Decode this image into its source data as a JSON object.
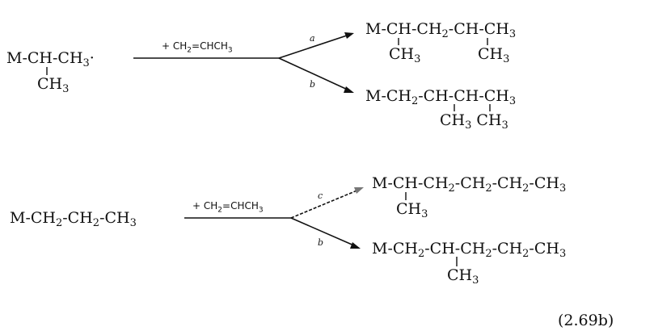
{
  "reaction1": {
    "reactant_main": "M-CH-CH3",
    "reactant_branch": "CH3",
    "reagent": "+ CH2=CHCH3",
    "path_a_label": "a",
    "path_b_label": "b",
    "product_a_main": "M-CH-CH2-CH-CH3",
    "product_a_branch1": "CH3",
    "product_a_branch2": "CH3",
    "product_b_main": "M-CH2-CH-CH-CH3",
    "product_b_branches": "CH3 CH3"
  },
  "reaction2": {
    "reactant": "M-CH2-CH2-CH3",
    "reagent": "+ CH2=CHCH3",
    "path_c_label": "c",
    "path_b_label": "b",
    "product_c_main": "M-CH-CH2-CH2-CH2-CH3",
    "product_c_branch": "CH3",
    "product_b_main": "M-CH2-CH-CH2-CH2-CH3",
    "product_b_branch": "CH3"
  },
  "equation_number": "(2.69b)"
}
